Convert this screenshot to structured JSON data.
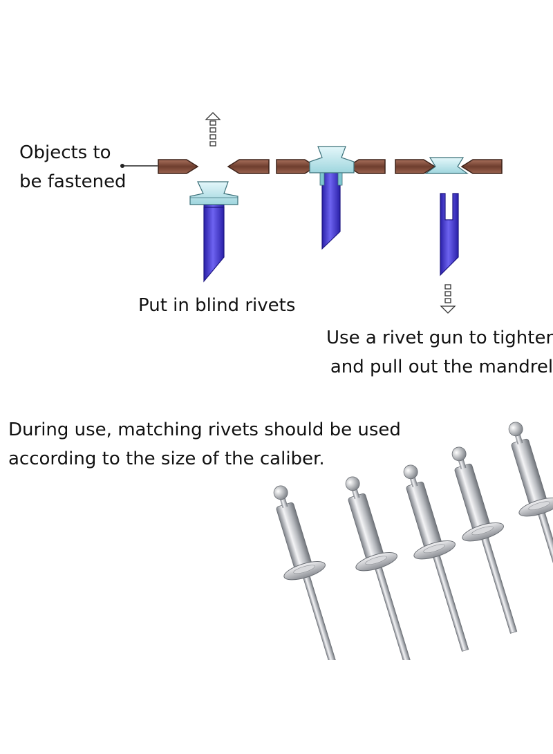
{
  "labels": {
    "objects": [
      "Objects to",
      "be fastened"
    ],
    "put_in": "Put in blind rivets",
    "rivet_gun": [
      "Use a rivet gun to tighten",
      "and pull out the mandrel"
    ],
    "note": [
      "During use, matching rivets should be used",
      "according to the size of the caliber."
    ]
  },
  "colors": {
    "plate": "#7a4a3a",
    "plate_edge": "#4a2a20",
    "rivet_head": "#bfe8ee",
    "mandrel": "#4b3fd6",
    "arrow": "#333333",
    "metal_light": "#e8e8ea",
    "metal_dark": "#8a8d92"
  },
  "icons": [
    "arrow-up-icon",
    "arrow-down-icon"
  ]
}
